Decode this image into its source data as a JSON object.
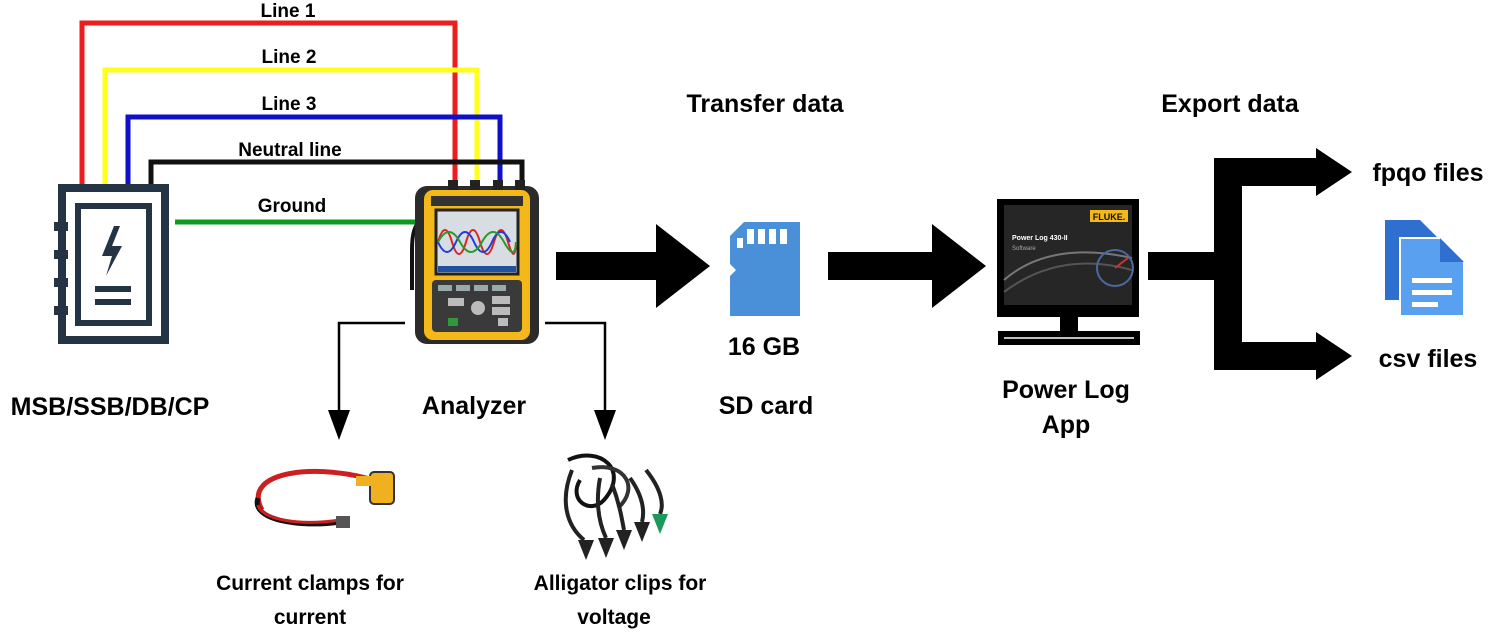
{
  "lines": {
    "line1": "Line 1",
    "line2": "Line 2",
    "line3": "Line 3",
    "neutral": "Neutral line",
    "ground": "Ground"
  },
  "labels": {
    "panel": "MSB/SSB/DB/CP",
    "analyzer": "Analyzer",
    "clamps_1": "Current clamps for",
    "clamps_2": "current",
    "clips_1": "Alligator clips for",
    "clips_2": "voltage",
    "transfer": "Transfer data",
    "sd_size": "16 GB",
    "sd_card": "SD card",
    "app_1": "Power Log",
    "app_2": "App",
    "export": "Export data",
    "fpqo": "fpqo files",
    "csv": "csv files"
  },
  "screen": {
    "brand": "FLUKE.",
    "product": "Power Log 430-II",
    "subtitle": "Software"
  },
  "colors": {
    "line1": "#ee1c1c",
    "line2": "#ffff1a",
    "line3": "#1010c8",
    "neutral": "#111111",
    "ground": "#0f9a1f",
    "panel": "#243445",
    "sd_card": "#4a90d9",
    "analyzer_body": "#f4b81a",
    "doc_icon": "#2f80ed"
  }
}
